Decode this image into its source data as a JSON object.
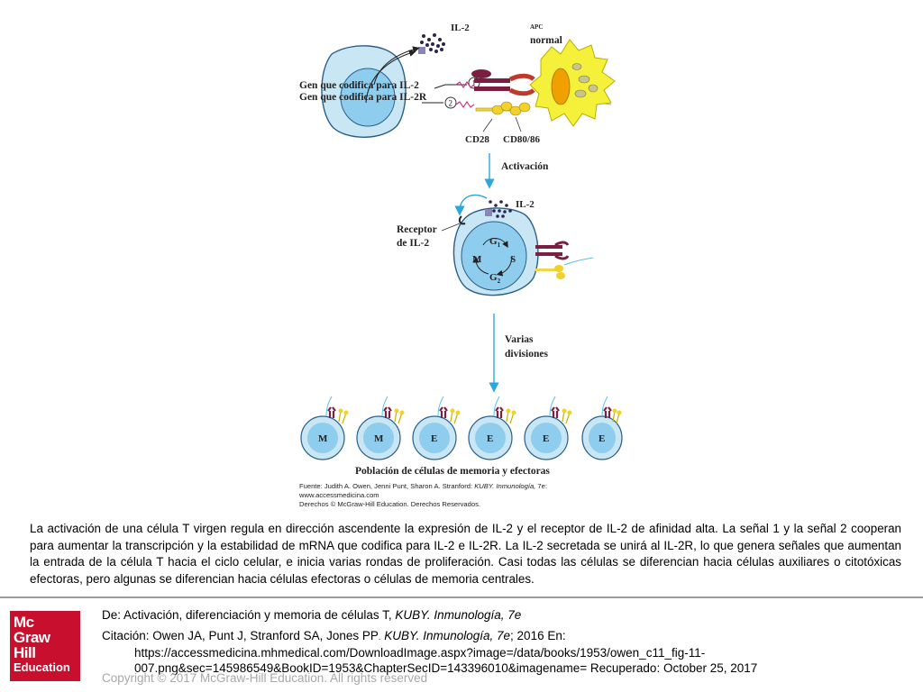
{
  "figure": {
    "il2_top": "IL-2",
    "apc_small": "APC",
    "apc_normal": "normal",
    "gene_il2": "Gen que codifica para IL-2",
    "gene_il2r": "Gen que codifica para IL-2R",
    "signal_1": "1",
    "signal_2": "2",
    "cd28": "CD28",
    "cd80_86": "CD80/86",
    "activation": "Activación",
    "il2_mid": "IL-2",
    "receptor_line1": "Receptor",
    "receptor_line2": "de IL-2",
    "g1": "G",
    "g1_sub": "1",
    "phase_s": "S",
    "phase_m": "M",
    "g2": "G",
    "g2_sub": "2",
    "varias_line1": "Varias",
    "varias_line2": "divisiones",
    "cell_labels": [
      "M",
      "M",
      "E",
      "E",
      "E",
      "E"
    ],
    "population_label": "Población de células de memoria y efectoras",
    "source_line1_prefix": "Fuente: Judith A. Owen, Jenni Punt, Sharon A. Stranford: ",
    "source_line1_italic": "KUBY. Inmunología,",
    "source_line1_suffix": " 7e:",
    "source_line2": "www.accessmedicina.com",
    "source_line3": "Derechos © McGraw-Hill Education. Derechos Reservados."
  },
  "caption": "La activación de una célula T virgen regula en dirección ascendente la expresión de IL-2 y el receptor de IL-2 de afinidad alta. La señal 1 y la señal 2 cooperan para aumentar la transcripción y la estabilidad de mRNA que codifica para IL-2 e IL-2R. La IL-2 secretada se unirá al IL-2R, lo que genera señales que aumentan la entrada de la célula T hacia el ciclo celular, e inicia varias rondas de proliferación. Casi todas las células se diferencian hacia células auxiliares o citotóxicas efectoras, pero algunas se diferencian hacia células efectoras o células de memoria centrales.",
  "footer": {
    "from_prefix": "De: Activación, diferenciación y memoria de células T, ",
    "from_italic": "KUBY. Inmunología, 7e",
    "citation_prefix": "Citación: Owen JA, Punt J, Stranford SA, Jones PP",
    "citation_dot": ".",
    "citation_italic": "KUBY. Inmunología, 7e",
    "citation_suffix": "; 2016 En:",
    "url_line1": "https://accessmedicina.mhmedical.com/DownloadImage.aspx?image=/data/books/1953/owen_c11_fig-11-",
    "url_line2": "007.png&sec=145986549&BookID=1953&ChapterSecID=143396010&imagename= Recuperado: October 25, 2017",
    "copyright": "Copyright © 2017 McGraw-Hill Education. All rights reserved"
  },
  "logo": {
    "line1": "Mc",
    "line2": "Graw",
    "line3": "Hill",
    "line4": "Education"
  },
  "colors": {
    "cell_fill": "#c9e6f5",
    "nucleus_fill": "#8fcdee",
    "apc_fill": "#f5f03a",
    "arrow": "#2aa7dc",
    "receptor": "#7a1f3d",
    "logo_red": "#c8102e"
  }
}
